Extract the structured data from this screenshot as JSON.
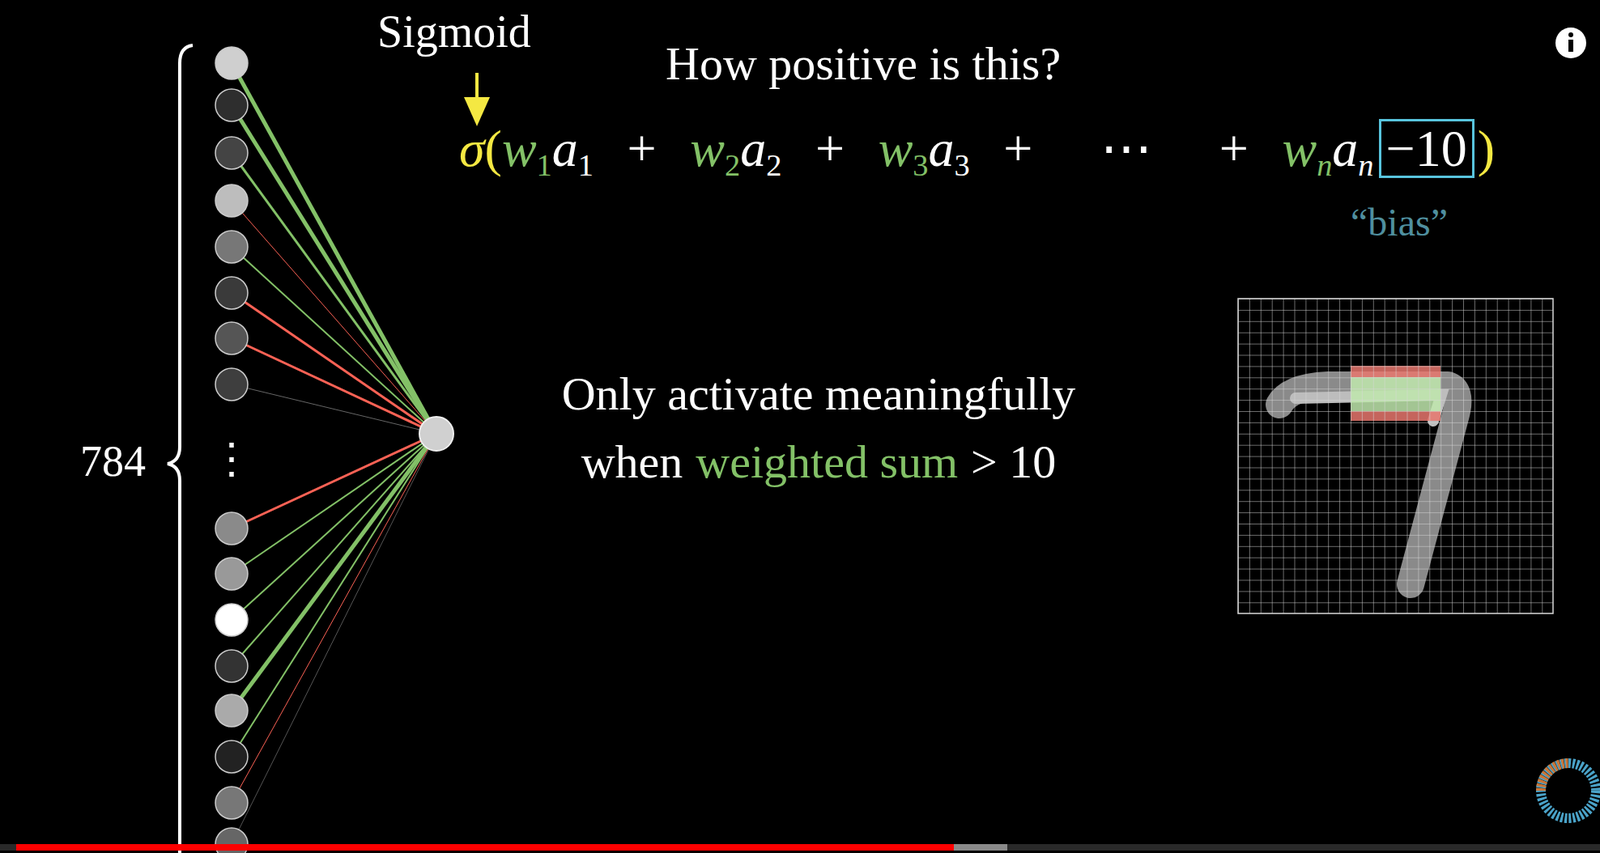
{
  "diagram": {
    "nodes": [
      {
        "text": [
          "−10"
        ]
      }
    ],
    "labels": [
      "Sigmoid",
      "How positive is this?",
      "σ",
      "(",
      "w",
      "1",
      "a",
      "1",
      "+",
      "w",
      "2",
      "a",
      "2",
      "+",
      "w",
      "3",
      "a",
      "3",
      "+",
      "⋯",
      "+",
      "w",
      "n",
      "a",
      "n",
      ")",
      "“bias”",
      "784",
      "⋮",
      "Only activate meaningfully",
      "when",
      "weighted sum",
      "> 10"
    ]
  }
}
